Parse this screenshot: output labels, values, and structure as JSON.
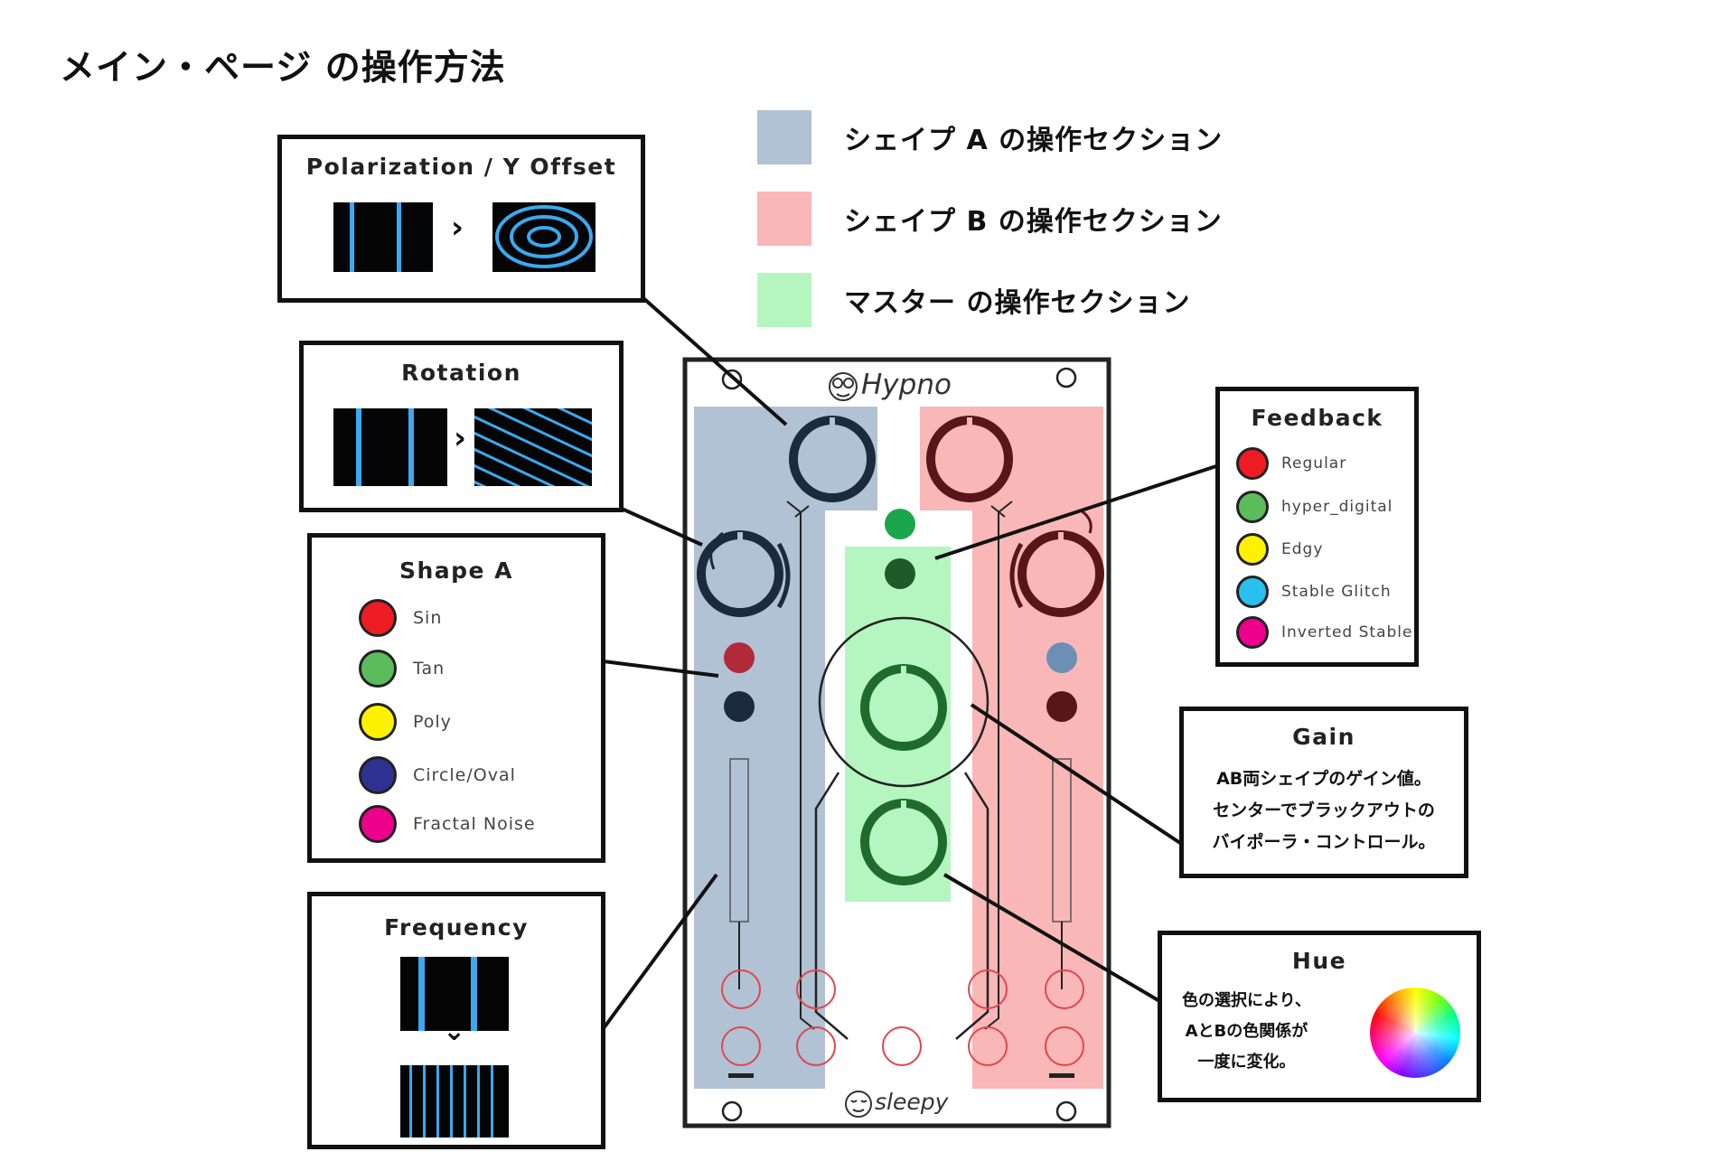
{
  "title": "メイン・ページ の操作方法",
  "legend": [
    {
      "label": "シェイプ A の操作セクション",
      "color": "#b0c2d4"
    },
    {
      "label": "シェイプ B の操作セクション",
      "color": "#f9b7b7"
    },
    {
      "label": "マスター の操作セクション",
      "color": "#b5f5c0"
    }
  ],
  "module": {
    "brand": "Hypno",
    "maker": "sleepy"
  },
  "polarization": {
    "title": "Polarization / Y Offset",
    "arrow": "›"
  },
  "rotation": {
    "title": "Rotation",
    "arrow": "›"
  },
  "shape_a": {
    "title": "Shape A",
    "options": [
      {
        "label": "Sin",
        "color": "#ee1c24"
      },
      {
        "label": "Tan",
        "color": "#5cbc5c"
      },
      {
        "label": "Poly",
        "color": "#fff200"
      },
      {
        "label": "Circle/Oval",
        "color": "#2e3192"
      },
      {
        "label": "Fractal Noise",
        "color": "#ec008c"
      }
    ]
  },
  "frequency": {
    "title": "Frequency",
    "arrow": "⌄"
  },
  "feedback": {
    "title": "Feedback",
    "options": [
      {
        "label": "Regular",
        "color": "#ee1c24"
      },
      {
        "label": "hyper_digital",
        "color": "#5cbc5c"
      },
      {
        "label": "Edgy",
        "color": "#fff200"
      },
      {
        "label": "Stable Glitch",
        "color": "#27c0ef"
      },
      {
        "label": "Inverted Stable",
        "color": "#ec008c"
      }
    ]
  },
  "gain": {
    "title": "Gain",
    "lines": [
      "AB両シェイプのゲイン値。",
      "センターでブラックアウトの",
      "バイポーラ・コントロール。"
    ]
  },
  "hue": {
    "title": "Hue",
    "lines": [
      "色の選択により、",
      "AとBの色関係が",
      "一度に変化。"
    ]
  },
  "colors": {
    "shape_a": "#b0c2d4",
    "shape_b": "#f9b7b7",
    "master": "#b5f5c0",
    "knob_a": "#1c2a3d",
    "knob_b": "#5a1518",
    "knob_m": "#1f6b2e",
    "stripe": "#3aa9f0"
  }
}
